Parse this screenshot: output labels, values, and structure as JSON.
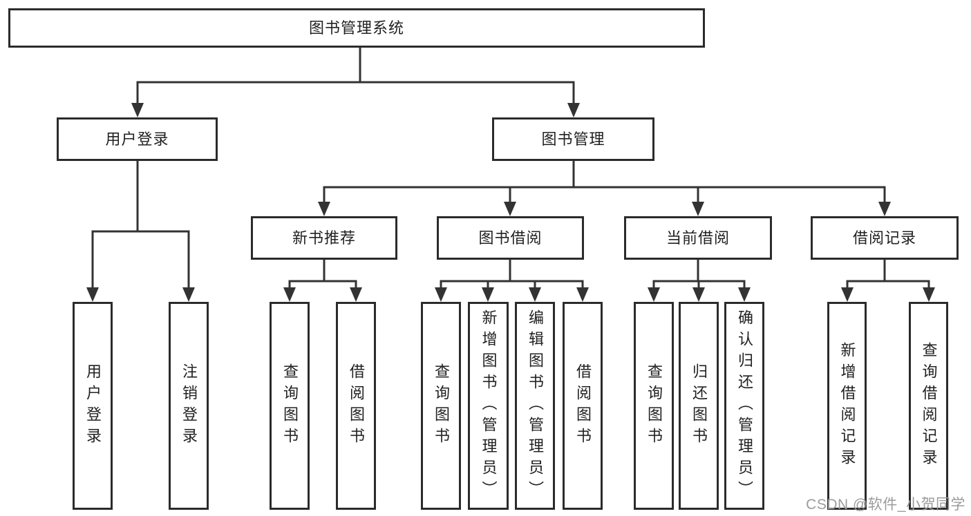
{
  "tree": {
    "root": {
      "label": "图书管理系统"
    },
    "branches": [
      {
        "label": "用户登录",
        "children": [
          {
            "label": "用户登录"
          },
          {
            "label": "注销登录"
          }
        ]
      },
      {
        "label": "图书管理",
        "groups": [
          {
            "label": "新书推荐",
            "children": [
              {
                "label": "查询图书"
              },
              {
                "label": "借阅图书"
              }
            ]
          },
          {
            "label": "图书借阅",
            "children": [
              {
                "label": "查询图书"
              },
              {
                "label": "新增图书（管理员）"
              },
              {
                "label": "编辑图书（管理员）"
              },
              {
                "label": "借阅图书"
              }
            ]
          },
          {
            "label": "当前借阅",
            "children": [
              {
                "label": "查询图书"
              },
              {
                "label": "归还图书"
              },
              {
                "label": "确认归还（管理员）"
              }
            ]
          },
          {
            "label": "借阅记录",
            "children": [
              {
                "label": "新增借阅记录"
              },
              {
                "label": "查询借阅记录"
              }
            ]
          }
        ]
      }
    ]
  },
  "watermark": {
    "text": "CSDN @软件_小贺同学"
  },
  "colors": {
    "line": "#333333",
    "border": "#2b2b2b",
    "text": "#212121",
    "watermark": "#9b9b9b",
    "background": "#ffffff"
  }
}
